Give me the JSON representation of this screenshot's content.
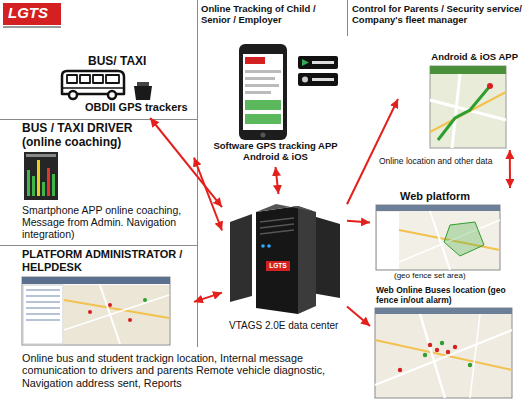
{
  "diagram": {
    "nodes": [
      {
        "text": [
          "BUS/ TAXI",
          "OBDII GPS trackers"
        ]
      },
      {
        "text": [
          "Software GPS tracking APP Android & iOS"
        ]
      },
      {
        "text": [
          "Android & iOS APP"
        ]
      },
      {
        "text": [
          "BUS / TAXI DRIVER (online coaching)",
          "Smartphone APP online coaching, Message from Admin. Navigation integration)"
        ]
      },
      {
        "text": [
          "Web platform",
          "(geo fence set area)"
        ]
      },
      {
        "text": [
          "PLATFORM ADMINISTRATOR / HELPDESK"
        ]
      },
      {
        "text": [
          "VTAGS 2.0E data center"
        ]
      },
      {
        "text": [
          "Web Online Buses location (geo fence in/out alarm)"
        ]
      }
    ],
    "edges": [
      {
        "from": 0,
        "to": 6,
        "arrow": "both"
      },
      {
        "from": 3,
        "to": 6,
        "arrow": "both"
      },
      {
        "from": 5,
        "to": 6,
        "arrow": "both"
      },
      {
        "from": 1,
        "to": 6,
        "arrow": "both"
      },
      {
        "from": 6,
        "to": 2,
        "arrow": "to"
      },
      {
        "from": 6,
        "to": 4,
        "arrow": "to"
      },
      {
        "from": 6,
        "to": 7,
        "arrow": "to"
      },
      {
        "from": 2,
        "to": 4,
        "label": "Online location and other data",
        "arrow": "both"
      }
    ],
    "labels": [
      "LGTS",
      "Online Tracking of Child / Senior / Employer",
      "Control for Parents / Security service/ Company's fleet manager",
      "LGTS",
      "Online bus and student trackign location, Internal message comunication to drivers and parents Remote vehicle diagnostic, Navigation address sent, Reports"
    ]
  }
}
